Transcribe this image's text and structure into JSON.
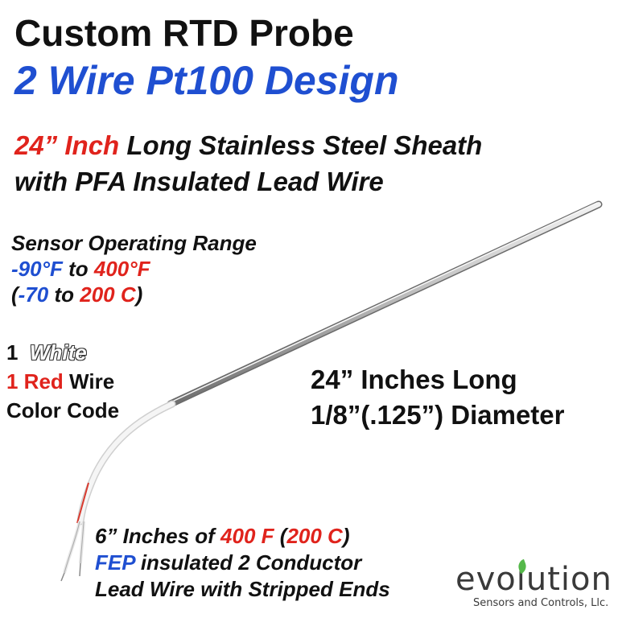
{
  "title": {
    "line1": "Custom RTD Probe",
    "line2": "2 Wire Pt100 Design"
  },
  "description": {
    "length_highlight": "24” Inch",
    "line1_rest": " Long Stainless Steel Sheath",
    "line2": "with PFA Insulated Lead Wire"
  },
  "range": {
    "heading": "Sensor Operating Range",
    "f_low": "-90°F",
    "f_to": " to ",
    "f_high": "400°F",
    "c_open": "(",
    "c_low": "-70",
    "c_to": " to ",
    "c_high": "200 C",
    "c_close": ")"
  },
  "wire_colors": {
    "white_count": "1",
    "white_label": "White",
    "red_count_label": "1 Red",
    "wire_word": " Wire",
    "caption": "Color Code"
  },
  "dimensions": {
    "length": "24” Inches Long",
    "diameter": "1/8”(.125”) Diameter"
  },
  "lead_wire": {
    "line1_pre": "6” Inches of ",
    "line1_temp_f": "400 F",
    "line1_mid": " (",
    "line1_temp_c": "200 C",
    "line1_close": ")",
    "line2_fep": "FEP",
    "line2_rest": " insulated 2 Conductor",
    "line3": "Lead Wire with Stripped Ends"
  },
  "logo": {
    "wordmark": "evolution",
    "tagline": "Sensors and Controls, Llc."
  },
  "colors": {
    "blue": "#1f4fd1",
    "red": "#e0231c",
    "text": "#111111",
    "logo_green": "#55b84a"
  }
}
